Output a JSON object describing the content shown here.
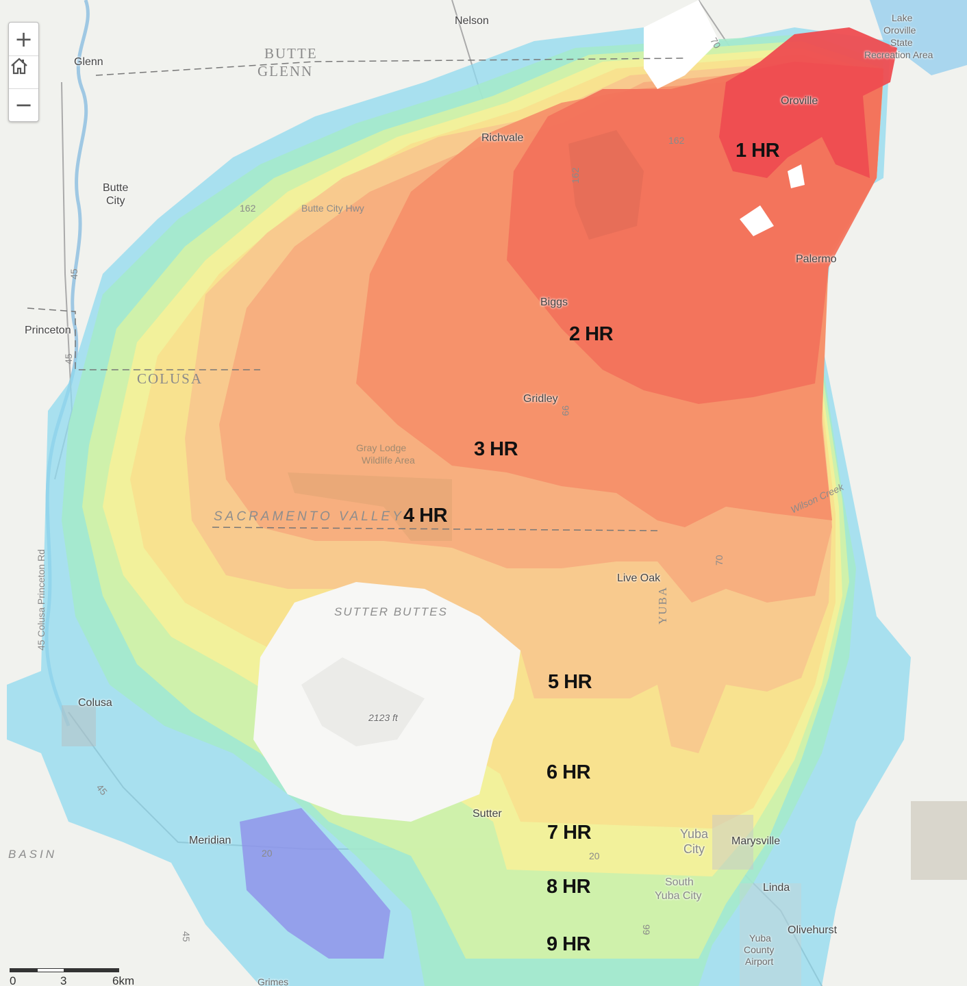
{
  "controls": {
    "zoom_in": "+",
    "home": "home-icon",
    "zoom_out": "−"
  },
  "places": {
    "nelson": "Nelson",
    "glenn": "Glenn",
    "butte_city_1": "Butte",
    "butte_city_2": "City",
    "richvale": "Richvale",
    "oroville": "Oroville",
    "lake_oroville_1": "Lake",
    "lake_oroville_2": "Oroville",
    "lake_oroville_3": "State",
    "lake_oroville_4": "Recreation Area",
    "palermo": "Palermo",
    "biggs": "Biggs",
    "princeton": "Princeton",
    "gridley": "Gridley",
    "gray_lodge_1": "Gray Lodge",
    "gray_lodge_2": "Wildlife Area",
    "live_oak": "Live Oak",
    "sutter_buttes": "SUTTER BUTTES",
    "elev": "2123 ft",
    "colusa": "Colusa",
    "sutter": "Sutter",
    "meridian": "Meridian",
    "yuba_city_1": "Yuba",
    "yuba_city_2": "City",
    "marysville": "Marysville",
    "linda": "Linda",
    "south_yuba_1": "South",
    "south_yuba_2": "Yuba City",
    "olivehurst": "Olivehurst",
    "airport_1": "Yuba",
    "airport_2": "County",
    "airport_3": "Airport",
    "grimes": "Grimes"
  },
  "regions": {
    "butte": "BUTTE",
    "glenn": "GLENN",
    "colusa": "COLUSA",
    "sacramento_valley": "SACRAMENTO VALLEY",
    "basin": "BASIN",
    "yuba": "YUBA"
  },
  "roads": {
    "r162_a": "162",
    "butte_city_hwy": "Butte City Hwy",
    "r162_b": "162",
    "r162_c": "162",
    "r70_a": "70",
    "r70_b": "70",
    "r45_a": "45",
    "r45_b": "45",
    "r45_c": "45",
    "r45_d": "45",
    "colusa_princeton": "45 Colusa Princeton Rd",
    "r99_a": "99",
    "r99_b": "99",
    "r20_a": "20",
    "r20_b": "20",
    "wilson_creek": "Wilson Creek"
  },
  "zones": {
    "z1": "1 HR",
    "z2": "2 HR",
    "z3": "3 HR",
    "z4": "4 HR",
    "z5": "5 HR",
    "z6": "6 HR",
    "z7": "7 HR",
    "z8": "8 HR",
    "z9": "9 HR"
  },
  "zone_colors": {
    "z1": "#ee4c50",
    "z2": "#f2735c",
    "z3": "#f5906a",
    "z4": "#f7ad7e",
    "z5": "#f8c88e",
    "z6": "#f8e08e",
    "z7": "#f3f09a",
    "z8": "#d4f2a6",
    "z9": "#a4eac9",
    "z10": "#8fd9ef",
    "z11": "#8e90ea"
  },
  "scale": {
    "s0": "0",
    "s3": "3",
    "s6": "6km"
  }
}
